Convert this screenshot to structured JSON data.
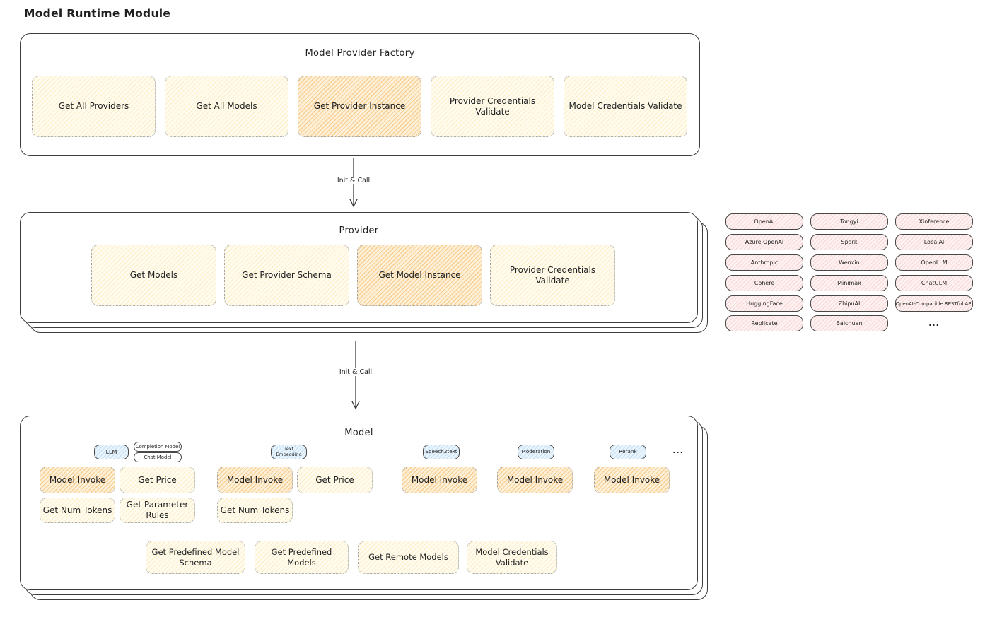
{
  "page_title": "Model Runtime Module",
  "arrows": {
    "factory_to_provider": "Init & Call",
    "provider_to_model": "Init & Call"
  },
  "factory": {
    "title": "Model Provider Factory",
    "items": [
      "Get All Providers",
      "Get All Models",
      "Get Provider Instance",
      "Provider Credentials Validate",
      "Model Credentials Validate"
    ]
  },
  "provider": {
    "title": "Provider",
    "items": [
      "Get Models",
      "Get Provider Schema",
      "Get Model Instance",
      "Provider Credentials Validate"
    ]
  },
  "provider_list": {
    "col1": [
      "OpenAI",
      "Azure OpenAI",
      "Anthropic",
      "Cohere",
      "HuggingFace",
      "Replicate"
    ],
    "col2": [
      "Tongyi",
      "Spark",
      "Wenxin",
      "Minimax",
      "ZhipuAI",
      "Baichuan"
    ],
    "col3": [
      "Xinference",
      "LocalAI",
      "OpenLLM",
      "ChatGLM",
      "OpenAI-Compatible RESTful API"
    ],
    "more": "..."
  },
  "model": {
    "title": "Model",
    "tabs": {
      "llm": "LLM",
      "completion": "Completion Model",
      "chat": "Chat Model",
      "text_embedding": "Text Embedding",
      "speech2text": "Speech2text",
      "moderation": "Moderation",
      "rerank": "Rerank",
      "more": "..."
    },
    "ops": {
      "model_invoke": "Model Invoke",
      "get_price": "Get Price",
      "get_num_tokens": "Get Num Tokens",
      "get_parameter_rules": "Get Parameter Rules"
    },
    "bottom": [
      "Get Predefined Model Schema",
      "Get Predefined Models",
      "Get Remote Models",
      "Model Credentials Validate"
    ]
  },
  "colors": {
    "stroke": "#3d3d3d",
    "soft_fill": "#FFFCEF",
    "highlight_fill": "#FDF0D8",
    "pink_fill": "#FDF1F1",
    "blue_fill": "#EAF4FC",
    "dotted_border": "#9a9a9a"
  }
}
